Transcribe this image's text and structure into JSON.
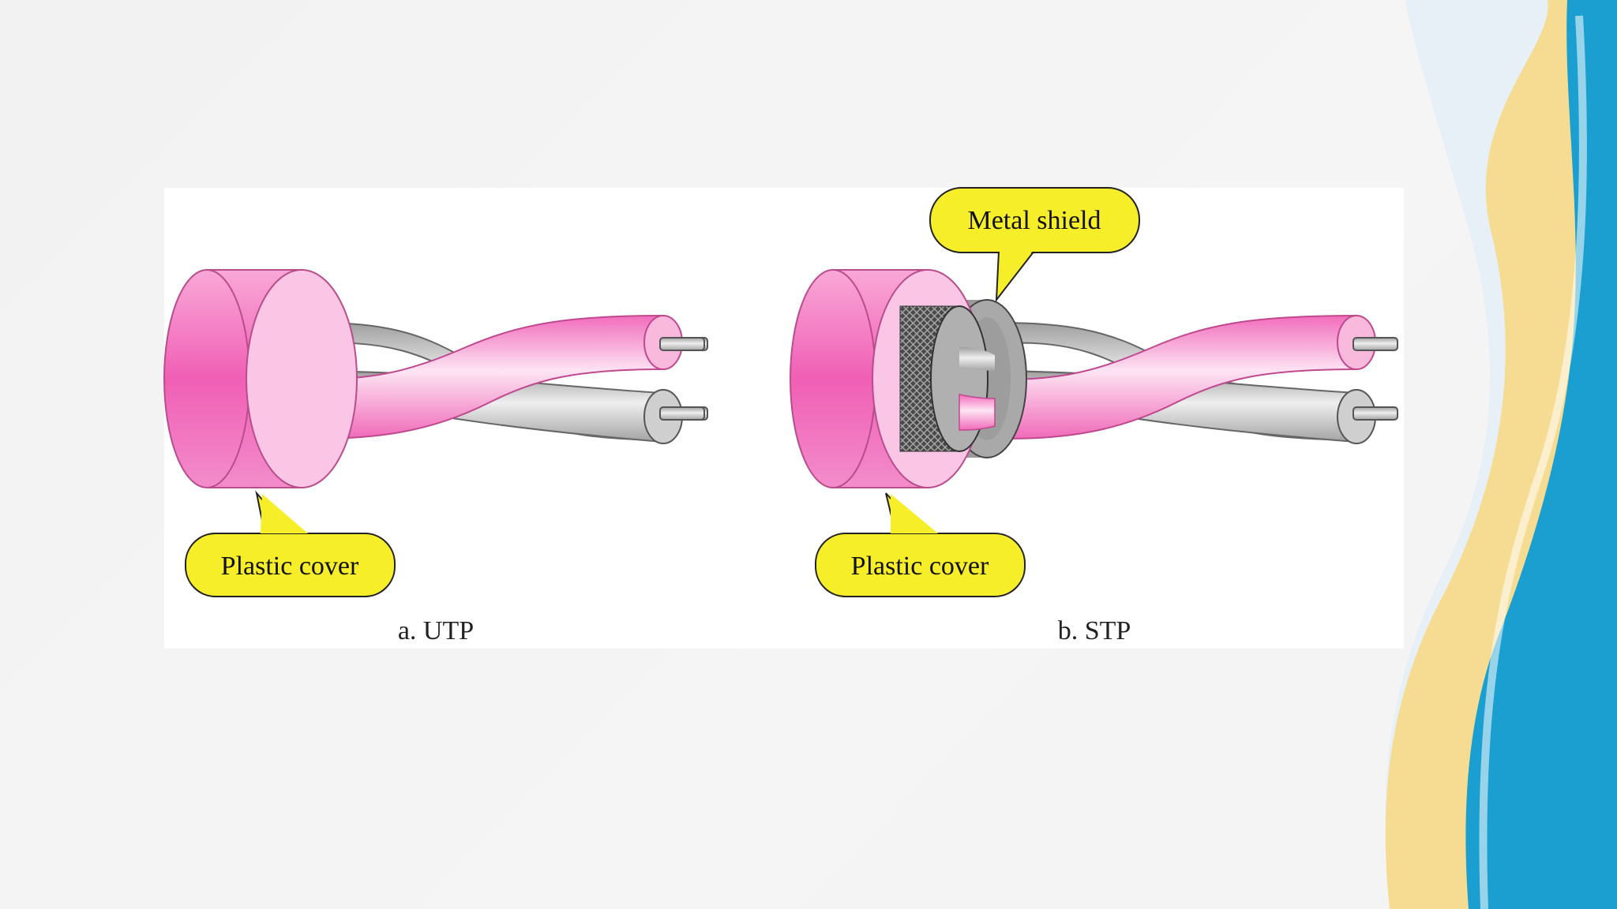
{
  "figure": {
    "utp": {
      "caption": "a. UTP",
      "cover_label": "Plastic cover"
    },
    "stp": {
      "caption": "b. STP",
      "cover_label": "Plastic cover",
      "shield_label": "Metal shield"
    }
  },
  "colors": {
    "pink": "#f06fbe",
    "pink_light": "#fbc6e6",
    "gray": "#b8b8b8",
    "callout_fill": "#f7ee2a",
    "accent_blue": "#1aa2cf",
    "accent_gold": "#f2d27a"
  }
}
